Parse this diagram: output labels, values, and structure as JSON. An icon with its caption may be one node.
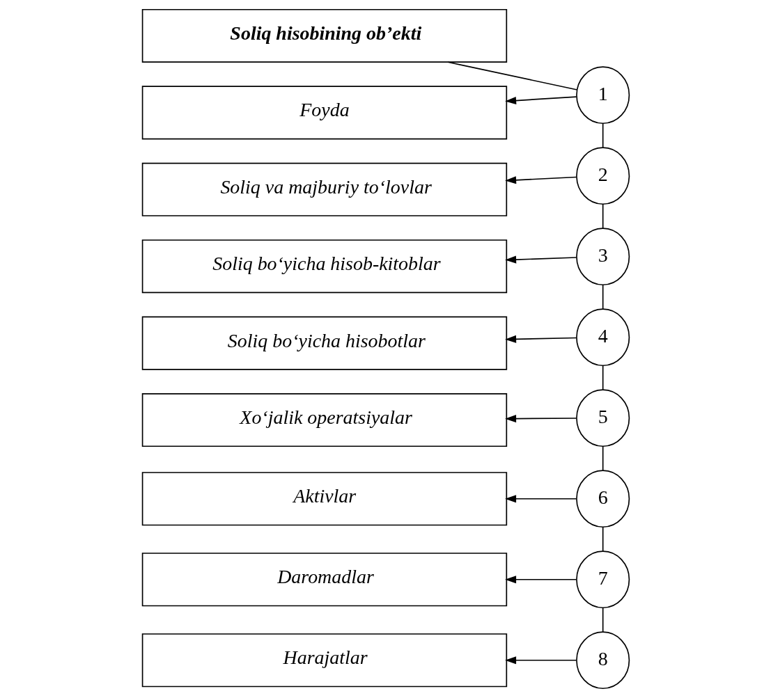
{
  "diagram": {
    "nodes": [
      {
        "text": [
          "Soliq hisobining ob’ekti"
        ]
      },
      {
        "text": [
          "1"
        ]
      },
      {
        "text": [
          "Foyda"
        ]
      },
      {
        "text": [
          "2"
        ]
      },
      {
        "text": [
          "Soliq va majburiy to‘lovlar"
        ]
      },
      {
        "text": [
          "3"
        ]
      },
      {
        "text": [
          "Soliq bo‘yicha hisob-kitoblar"
        ]
      },
      {
        "text": [
          "4"
        ]
      },
      {
        "text": [
          "Soliq bo‘yicha hisobotlar"
        ]
      },
      {
        "text": [
          "5"
        ]
      },
      {
        "text": [
          "Xo‘jalik operatsiyalar"
        ]
      },
      {
        "text": [
          "6"
        ]
      },
      {
        "text": [
          "Aktivlar"
        ]
      },
      {
        "text": [
          "7"
        ]
      },
      {
        "text": [
          "Daromadlar"
        ]
      },
      {
        "text": [
          "8"
        ]
      },
      {
        "text": [
          "Harajatlar"
        ]
      }
    ],
    "edges": [
      {
        "from": 0,
        "to": 1,
        "arrow": "none"
      },
      {
        "from": 1,
        "to": 2,
        "arrow": "to"
      },
      {
        "from": 1,
        "to": 3,
        "arrow": "none"
      },
      {
        "from": 3,
        "to": 4,
        "arrow": "to"
      },
      {
        "from": 3,
        "to": 5,
        "arrow": "none"
      },
      {
        "from": 5,
        "to": 6,
        "arrow": "to"
      },
      {
        "from": 5,
        "to": 7,
        "arrow": "none"
      },
      {
        "from": 7,
        "to": 8,
        "arrow": "to"
      },
      {
        "from": 7,
        "to": 9,
        "arrow": "none"
      },
      {
        "from": 9,
        "to": 10,
        "arrow": "to"
      },
      {
        "from": 9,
        "to": 11,
        "arrow": "none"
      },
      {
        "from": 11,
        "to": 12,
        "arrow": "to"
      },
      {
        "from": 11,
        "to": 13,
        "arrow": "none"
      },
      {
        "from": 13,
        "to": 14,
        "arrow": "to"
      },
      {
        "from": 13,
        "to": 15,
        "arrow": "none"
      },
      {
        "from": 15,
        "to": 16,
        "arrow": "to"
      }
    ]
  }
}
